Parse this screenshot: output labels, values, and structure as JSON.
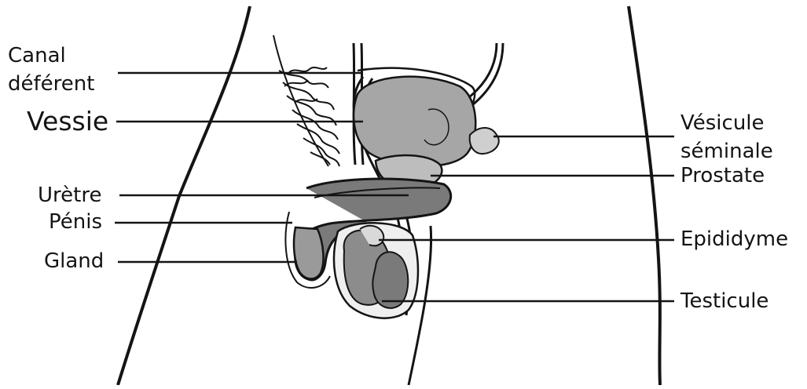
{
  "labels": {
    "canal_1": "Canal",
    "canal_2": "déférent",
    "vessie": "Vessie",
    "uretre": "Urètre",
    "penis": "Pénis",
    "gland": "Gland",
    "vesicule_1": "Vésicule",
    "vesicule_2": "séminale",
    "prostate": "Prostate",
    "epididyme": "Epididyme",
    "testicule": "Testicule"
  },
  "colors": {
    "ink": "#141414",
    "organ_fill": "#8c8c8c",
    "organ_light": "#b5b5b5",
    "organ_dark": "#555555",
    "background": "#ffffff"
  }
}
